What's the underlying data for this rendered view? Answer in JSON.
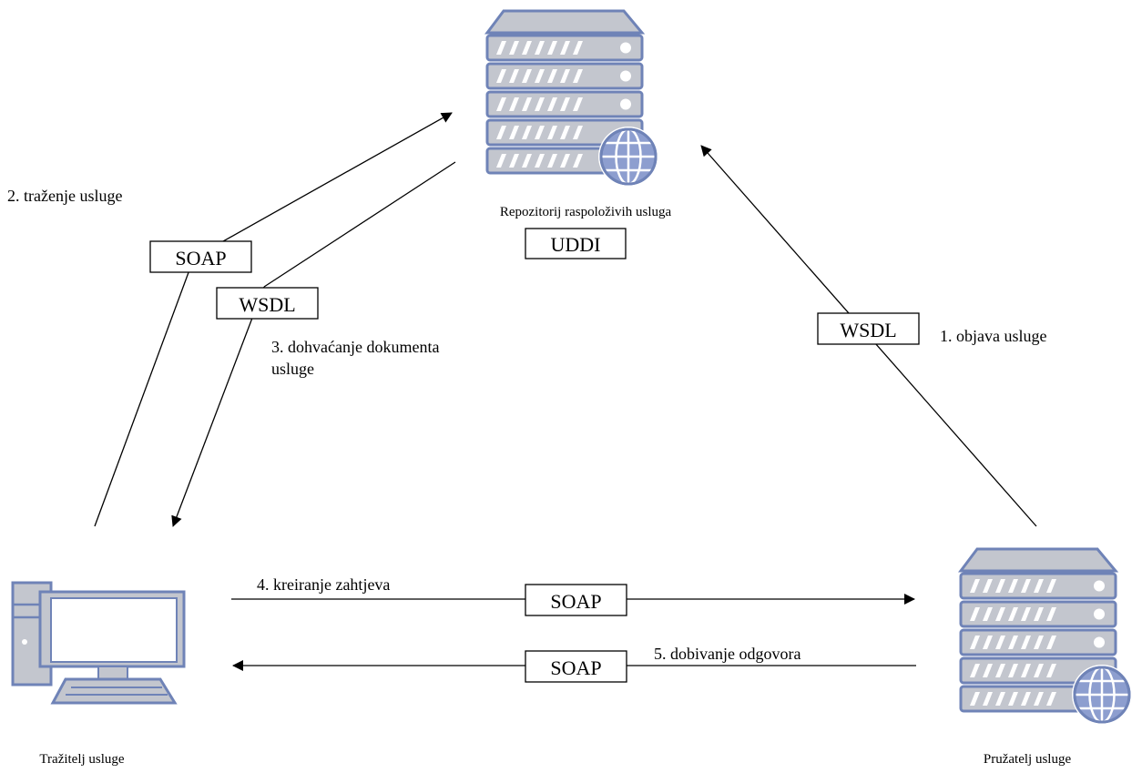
{
  "colors": {
    "server_fill": "#c3c6ce",
    "server_stroke": "#6f83b7",
    "server_slot": "#ffffff",
    "globe_fill": "#8d9ecf",
    "arrow": "#000000"
  },
  "icons": {
    "repository": "server-globe-icon",
    "provider": "server-globe-icon",
    "requester": "desktop-computer-icon"
  },
  "nodes": {
    "repository": {
      "label": "Repozitorij raspoloživih usluga",
      "tag": "UDDI"
    },
    "requester": {
      "label": "Tražitelj usluge"
    },
    "provider": {
      "label": "Pružatelj usluge"
    }
  },
  "steps": {
    "publish": {
      "label": "1. objava usluge",
      "tag": "WSDL"
    },
    "search": {
      "label": "2. traženje usluge",
      "tag": "SOAP"
    },
    "fetch": {
      "label_line1": "3. dohvaćanje dokumenta",
      "label_line2": "usluge",
      "tag": "WSDL"
    },
    "request": {
      "label": "4. kreiranje zahtjeva",
      "tag": "SOAP"
    },
    "response": {
      "label": "5. dobivanje odgovora",
      "tag": "SOAP"
    }
  }
}
